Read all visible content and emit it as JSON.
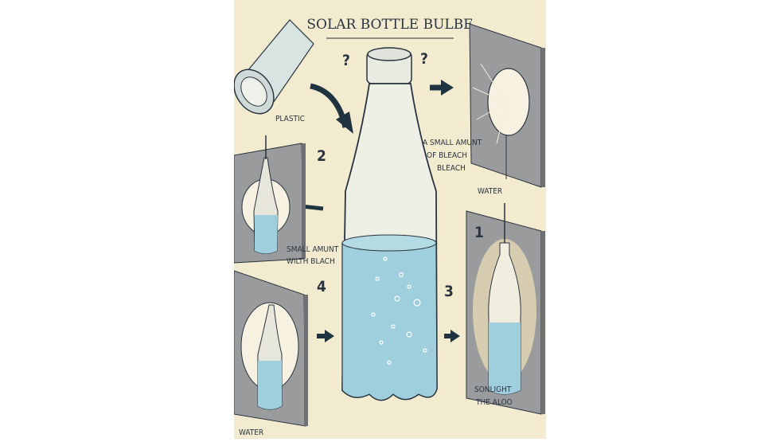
{
  "title": "SOLAR BOTTLE BULBE",
  "marks": {
    "q_left": "?",
    "q_right": "?"
  },
  "labels": {
    "plastic": "PLASTIC",
    "step2": "2",
    "small_amount_1": "A SMALL AMUNT",
    "small_amount_2": "OF BLEACH",
    "small_amount_3": "BLEACH",
    "water_top_right": "WATER",
    "small_amunt_left_1": "SMALL AMUNT",
    "small_amunt_left_2": "WILTH BLACH",
    "step4": "4",
    "step3": "3",
    "step1": "1",
    "water_bottom_left": "WATER",
    "sunlight_1": "SONLIGHT",
    "sunlight_2": "THE ALOO"
  },
  "colors": {
    "paper": "#f3ebcf",
    "water": "#9fcfdc",
    "panel": "#8f9195",
    "ink": "#253442"
  }
}
